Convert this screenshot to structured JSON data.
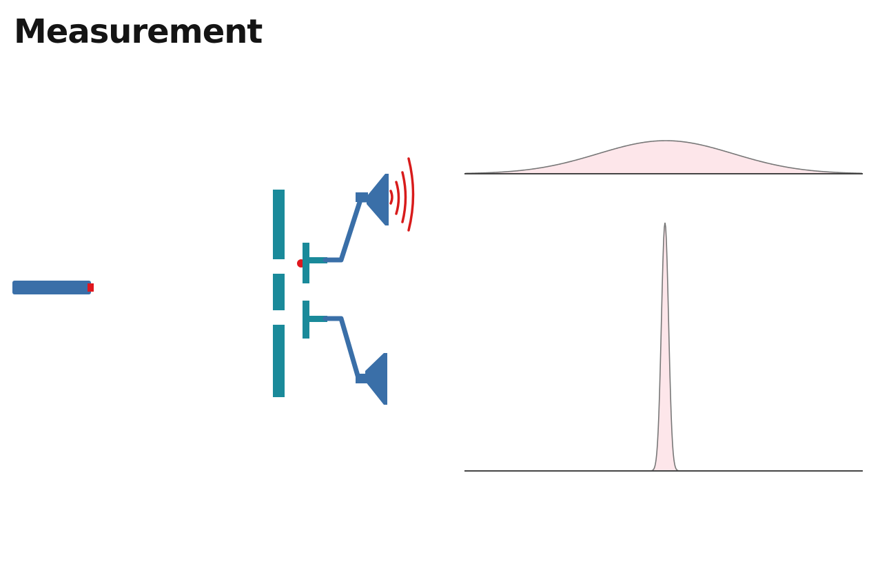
{
  "title": "Measurement",
  "colors": {
    "background": "#ffffff",
    "title": "#141414",
    "source": "#3a6fa8",
    "screen": "#1a8a9a",
    "detector": "#3a6fa8",
    "particle": "#e0171e",
    "signal_waves": "#d81b1b",
    "curve_fill": "#fde6ea",
    "curve_stroke": "#777777",
    "axis": "#444444"
  },
  "diagram": {
    "elements": [
      {
        "id": "particle-source",
        "icon": "source-bar"
      },
      {
        "id": "particle",
        "icon": "red-dot"
      },
      {
        "id": "double-slit-screen",
        "icon": "slit-screen"
      },
      {
        "id": "detector-upper",
        "icon": "detector-horn",
        "state": "clicking"
      },
      {
        "id": "detector-lower",
        "icon": "detector-horn",
        "state": "silent"
      },
      {
        "id": "signal-waves",
        "icon": "sound-waves",
        "count": 4
      }
    ],
    "distributions": [
      {
        "id": "broad-distribution",
        "shape": "gaussian",
        "spread": "wide"
      },
      {
        "id": "narrow-peak",
        "shape": "gaussian",
        "spread": "narrow"
      }
    ]
  }
}
